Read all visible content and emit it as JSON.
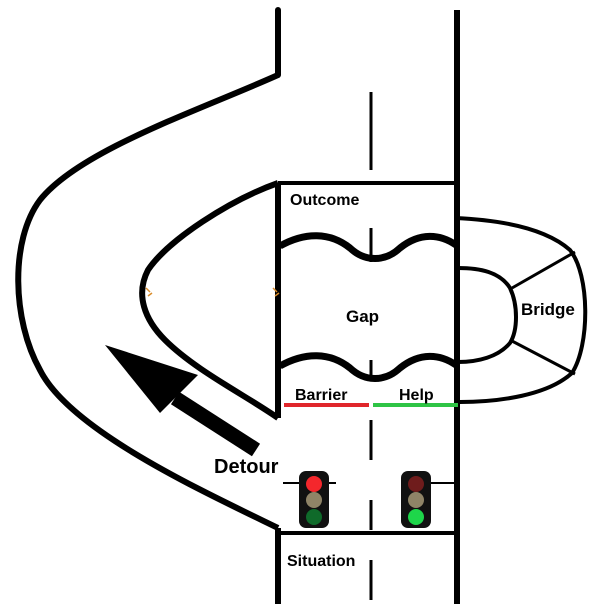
{
  "labels": {
    "outcome": "Outcome",
    "gap": "Gap",
    "bridge": "Bridge",
    "barrier": "Barrier",
    "help": "Help",
    "detour": "Detour",
    "situation": "Situation"
  },
  "colors": {
    "ink": "#000000",
    "barrier_line": "#e0262b",
    "help_line": "#2ec445",
    "light_red_on": "#f4272c",
    "light_red_off": "#6f1c1c",
    "light_amber_off": "#8f8467",
    "light_green_on": "#1ed64a",
    "light_green_off": "#0f6a2a",
    "light_housing": "#111111"
  },
  "traffic_lights": [
    {
      "name": "left",
      "active": "red"
    },
    {
      "name": "right",
      "active": "green"
    }
  ]
}
